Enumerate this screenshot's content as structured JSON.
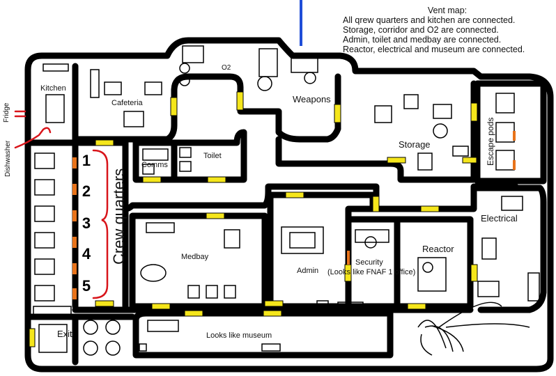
{
  "legend": {
    "title": "Vent map:",
    "lines": [
      "All qrew quarters and kitchen are connected.",
      "Storage, corridor and O2 are connected.",
      "Admin, toilet and medbay are connected.",
      "Reactor, electrical and museum are connected."
    ]
  },
  "rooms": {
    "kitchen": "Kitchen",
    "cafeteria": "Cafeteria",
    "o2": "O2",
    "weapons": "Weapons",
    "storage": "Storage",
    "escape_pods": "Escape pods",
    "comms": "Comms",
    "toilet": "Toilet",
    "crew_quarters": "Crew quarters",
    "medbay": "Medbay",
    "admin": "Admin",
    "security": "Security",
    "security_note": "(Looks like FNAF 1 office)",
    "reactor": "Reactor",
    "electrical": "Electrical",
    "exit": "Exit",
    "museum": "Looks like museum"
  },
  "side_labels": {
    "dishwasher": "Dishwasher",
    "fridge": "Fridge"
  },
  "quarter_numbers": [
    "1",
    "2",
    "3",
    "4",
    "5"
  ],
  "colors": {
    "wall": "#000000",
    "door": "#f5e61b",
    "vent": "#e8731a",
    "annotation": "#d8141a",
    "laser": "#1f4ed8"
  }
}
